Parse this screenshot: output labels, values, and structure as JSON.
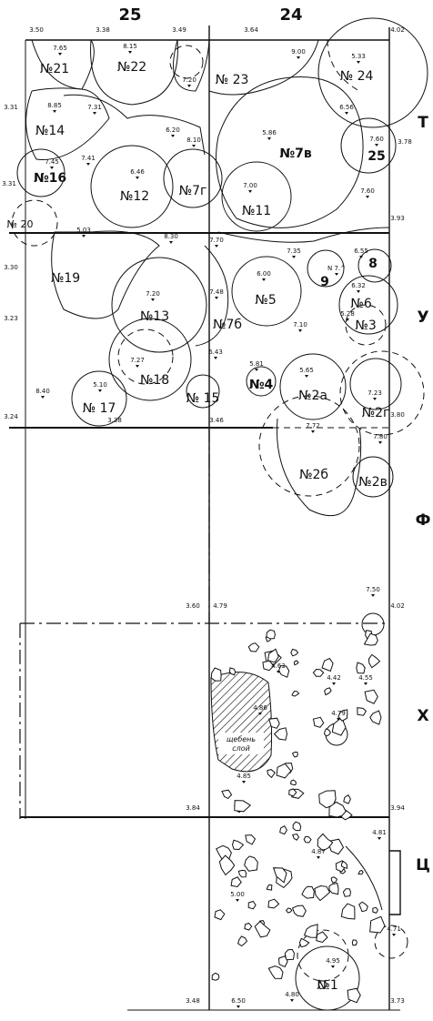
{
  "columns": [
    "25",
    "24"
  ],
  "rows": [
    "Т",
    "У",
    "Ф",
    "Х",
    "Ц"
  ],
  "pits": [
    "№21",
    "№22",
    "№ 23",
    "№ 24",
    "№14",
    "№7в",
    "25",
    "№16",
    "№12",
    "№7г",
    "№11",
    "№ 20",
    "№19",
    "9",
    "8",
    "№5",
    "№6",
    "№13",
    "№7б",
    "№3",
    "№18",
    "№4",
    "№2а",
    "№ 17",
    "№ 15",
    "№2г",
    "№2б",
    "№2в",
    "№1"
  ],
  "grid_marks": [
    "3.50",
    "3.38",
    "3.49",
    "3.64",
    "4.02",
    "3.31",
    "3.78",
    "3.31",
    "3.93",
    "3.30",
    "3.23",
    "3.24",
    "3.38",
    "3.46",
    "3.80",
    "3.60",
    "4.79",
    "4.02",
    "3.84",
    "3.94",
    "3.48",
    "3.73"
  ],
  "elevations": [
    "7.65",
    "8.15",
    "7.20",
    "9.00",
    "5.33",
    "8.85",
    "7.31",
    "6.56",
    "7.60",
    "6.20",
    "5.86",
    "7.45",
    "7.41",
    "6.46",
    "8.10",
    "7.00",
    "7.60",
    "5.03",
    "8.30",
    "7.70",
    "7.35",
    "N 7.^",
    "6.55",
    "6.00",
    "7.48",
    "6.32",
    "7.20",
    "7.10",
    "5.28",
    "7.27",
    "6.43",
    "5.81",
    "5.65",
    "7.23",
    "8.40",
    "5.10",
    "7.72",
    "7.80",
    "7.50",
    "4.63",
    "4.42",
    "4.55",
    "4.86",
    "4.79",
    "4.85",
    "4.81",
    "4.87",
    "5.00",
    "4.71",
    "4.95",
    "6.50",
    "4.80",
    "4.42"
  ],
  "hatch_note": [
    "щебень",
    "слой"
  ]
}
